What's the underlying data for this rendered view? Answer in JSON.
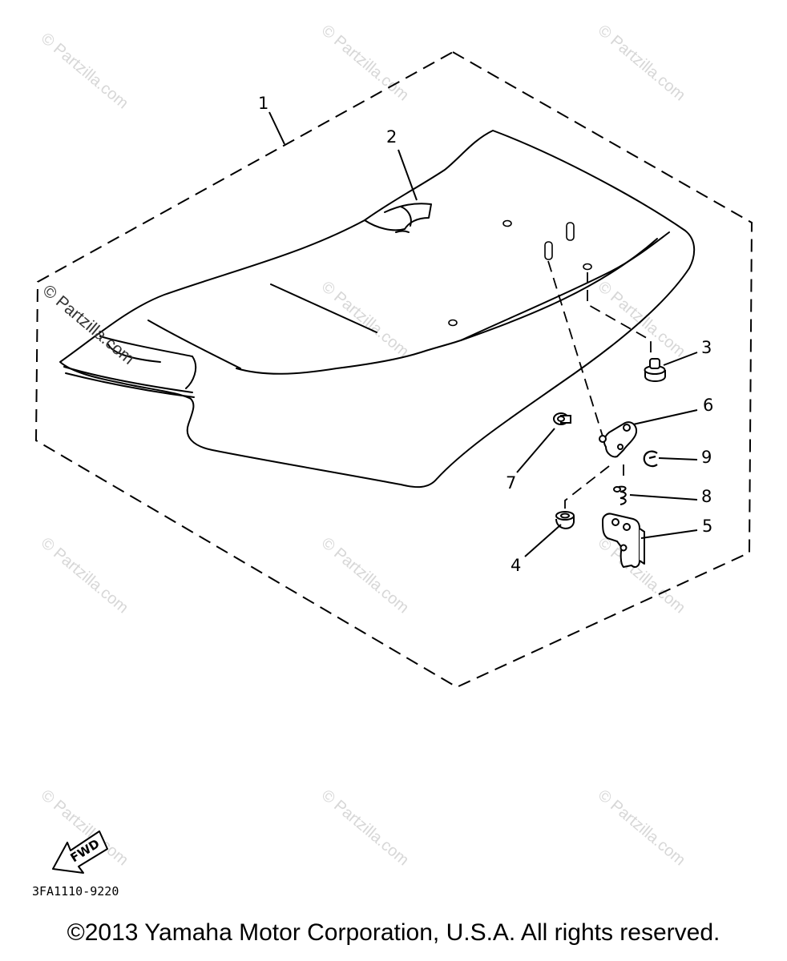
{
  "callouts": [
    "1",
    "2",
    "3",
    "4",
    "5",
    "6",
    "7",
    "8",
    "9"
  ],
  "watermark": {
    "text": "© Partzilla.com",
    "prefix": "©",
    "line1": "Partzilla.com"
  },
  "fwd_arrow": {
    "label": "FWD"
  },
  "diagram_code": "3FA1110-9220",
  "copyright": "©2013 Yamaha Motor Corporation, U.S.A. All rights reserved."
}
